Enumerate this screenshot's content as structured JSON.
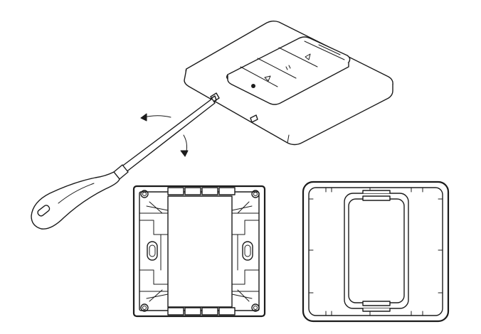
{
  "figure": {
    "background": "#ffffff",
    "line_color": "#1b1b1b",
    "views": [
      {
        "key": "assembled",
        "depicts": "wall-switch-installed-icon"
      },
      {
        "key": "tool",
        "depicts": "screwdriver-icon"
      },
      {
        "key": "back_frame",
        "depicts": "mounting-frame-back-view-icon"
      },
      {
        "key": "front_frame",
        "depicts": "cover-frame-front-view-icon"
      }
    ],
    "keypad_buttons": [
      {
        "icon": "up-arrow-icon"
      },
      {
        "icon": "pause-icon"
      },
      {
        "icon": "down-arrow-icon"
      },
      {
        "icon": "logo-icon"
      }
    ],
    "rotation_arrows": [
      {
        "icon": "rotate-arrow-icon"
      },
      {
        "icon": "rotate-arrow-icon"
      }
    ]
  }
}
